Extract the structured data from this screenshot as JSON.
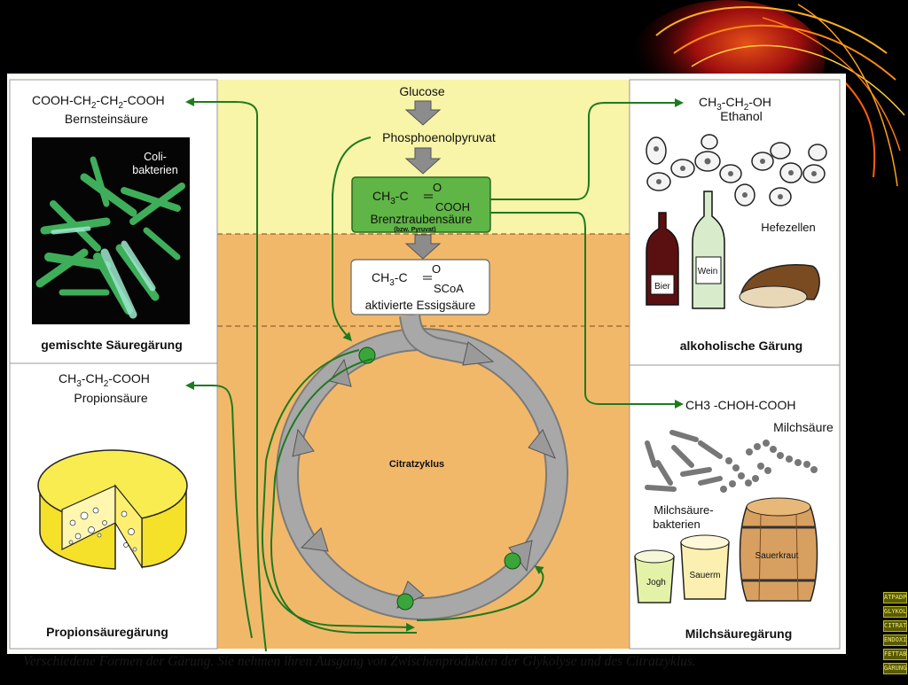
{
  "center": {
    "glucose": "Glucose",
    "pep": "Phosphoenolpyruvat",
    "pyruvate_formula": {
      "a": "CH",
      "a_sub": "3",
      "b": "-C",
      "o": "O",
      "cooh": "COOH"
    },
    "pyruvate_name": "Brenztraubensäure",
    "pyruvate_alt": "(bzw. Pyruvat)",
    "acetyl_formula": {
      "a": "CH",
      "a_sub": "3",
      "b": "-C",
      "o": "O",
      "scoa": "SCoA"
    },
    "acetyl_name": "aktivierte Essigsäure",
    "cycle_label": "Citratzyklus"
  },
  "panels": {
    "mixed_acid": {
      "formula": {
        "p1": "COOH-CH",
        "s1": "2",
        "p2": "-CH",
        "s2": "2",
        "p3": "-COOH"
      },
      "compound": "Bernsteinsäure",
      "photo_label_1": "Coli-",
      "photo_label_2": "bakterien",
      "title": "gemischte Säuregärung"
    },
    "propionic": {
      "formula": {
        "p1": "CH",
        "s1": "3",
        "p2": "-CH",
        "s2": "2",
        "p3": "-COOH"
      },
      "compound": "Propionsäure",
      "title": "Propionsäuregärung"
    },
    "alcoholic": {
      "formula": {
        "p1": "CH",
        "s1": "3",
        "p2": "-CH",
        "s2": "2",
        "p3": "-OH"
      },
      "compound": "Ethanol",
      "cells_label": "Hefezellen",
      "bottle_1": "Bier",
      "bottle_2": "Wein",
      "title": "alkoholische Gärung"
    },
    "lactic": {
      "formula": "CH3 -CHOH-COOH",
      "compound": "Milchsäure",
      "bacteria_label_1": "Milchsäure-",
      "bacteria_label_2": "bakterien",
      "cup_1": "Jogh",
      "cup_2": "Sauerm",
      "barrel": "Sauerkraut",
      "title": "Milchsäuregärung"
    }
  },
  "caption": "Verschiedene Formen der Gärung. Sie nehmen ihren Ausgang von Zwischenprodukten der Glykolyse und des Citratzyklus.",
  "nav_buttons": [
    "ATPADP",
    "GLYKOL",
    "CITRAT",
    "ENDOXI",
    "FETTAB",
    "GÄRUNG"
  ],
  "colors": {
    "arrow_green": "#1f7a1f",
    "pyruvate_box": "#5fb545",
    "top_band": "#f8f4a8",
    "bottom_band": "#f2b86a",
    "cycle_gray": "#a8a8a8"
  }
}
